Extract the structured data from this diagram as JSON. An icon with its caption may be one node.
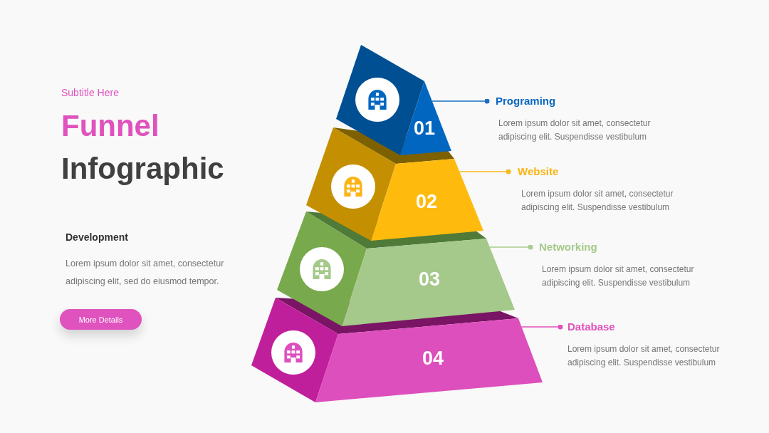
{
  "diagram": {
    "title": "Funnel Infographic",
    "nodes": [
      {
        "text": [
          "More Details"
        ]
      },
      {
        "text": [
          "01"
        ]
      },
      {
        "text": [
          "Programing",
          "Lorem ipsum dolor sit amet, consectetur adipiscing elit. Suspendisse vestibulum"
        ]
      },
      {
        "text": [
          "02"
        ]
      },
      {
        "text": [
          "Website",
          "Lorem ipsum dolor sit amet, consectetur adipiscing elit. Suspendisse vestibulum"
        ]
      },
      {
        "text": [
          "03"
        ]
      },
      {
        "text": [
          "Networking",
          "Lorem ipsum dolor sit amet, consectetur adipiscing elit. Suspendisse vestibulum"
        ]
      },
      {
        "text": [
          "04"
        ]
      },
      {
        "text": [
          "Database",
          "Lorem ipsum dolor sit amet, consectetur adipiscing elit. Suspendisse vestibulum"
        ]
      }
    ],
    "edges": [
      {
        "from": 2,
        "to": 1,
        "arrow": "other",
        "color": "#1a6fc4"
      },
      {
        "from": 4,
        "to": 3,
        "arrow": "other",
        "color": "#f9b81b"
      },
      {
        "from": 6,
        "to": 5,
        "arrow": "other",
        "color": "#a9cd8e"
      },
      {
        "from": 8,
        "to": 7,
        "arrow": "other",
        "color": "#e052bd"
      }
    ],
    "labels": [
      "Subtitle Here",
      "Development",
      "Lorem ipsum dolor sit amet, consectetur adipiscing elit, sed do eiusmod tempor."
    ]
  }
}
